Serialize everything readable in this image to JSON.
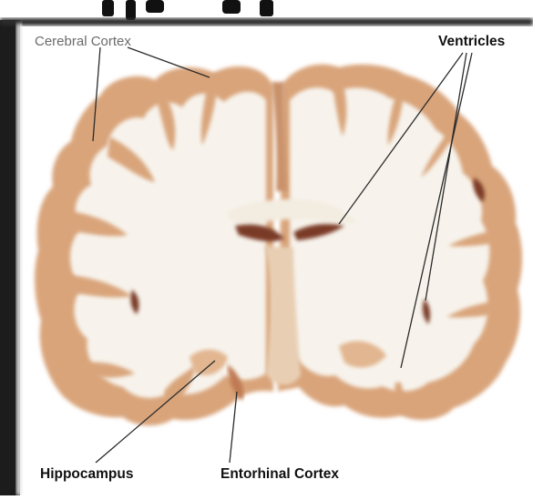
{
  "labels": {
    "cerebral_cortex": "Cerebral Cortex",
    "ventricles": "Ventricles",
    "hippocampus": "Hippocampus",
    "entorhinal_cortex": "Entorhinal Cortex"
  },
  "colors": {
    "cortex_gray_matter": "#d9a47a",
    "white_matter": "#f7f3ec",
    "ventricle_dark": "#7a3a25",
    "frame_shadow": "#1a1a1a",
    "background": "#ffffff"
  }
}
